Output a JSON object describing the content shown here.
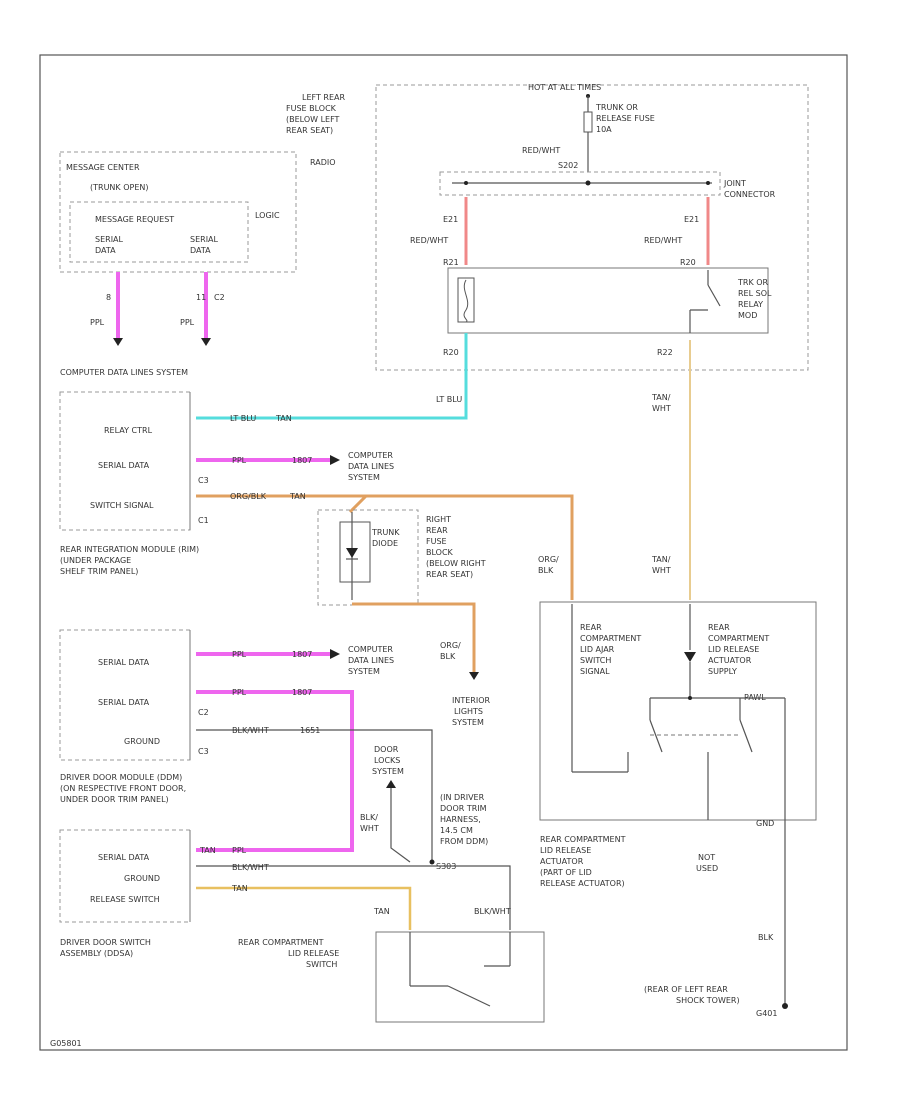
{
  "hot_at_all_times": "HOT AT ALL TIMES",
  "fuse_block_left": [
    "LEFT REAR",
    "FUSE BLOCK",
    "(BELOW LEFT",
    "REAR SEAT)"
  ],
  "radio": "RADIO",
  "trunk_fuse": [
    "TRUNK OR",
    "RELEASE FUSE",
    "10A"
  ],
  "red_wht": "RED/WHT",
  "s202": "S202",
  "joint_connector": [
    "JOINT",
    "CONNECTOR"
  ],
  "c1_left": "E21",
  "c1_right": "E21",
  "relay_pin_left": "R21",
  "relay_pin_right": "R20",
  "relay_label": [
    "TRK OR",
    "REL SOL",
    "RELAY",
    "MOD"
  ],
  "relay_out_left": "R20",
  "relay_out_right": "R22",
  "message_center": "MESSAGE CENTER",
  "trunk_open": "(TRUNK OPEN)",
  "message_request": "MESSAGE REQUEST",
  "logic": "LOGIC",
  "serial_data_a": [
    "SERIAL",
    "DATA"
  ],
  "serial_data_b": [
    "SERIAL",
    "DATA"
  ],
  "pin_8": "8",
  "pin_11": "11",
  "c2": "C2",
  "ppl": "PPL",
  "computer_data_lines_system": "COMPUTER DATA LINES SYSTEM",
  "lt_blu": "LT BLU",
  "rim_pins": {
    "relay_ctrl": "RELAY CTRL",
    "serial_data": "SERIAL DATA",
    "switch_signal": "SWITCH SIGNAL",
    "c3": "C3",
    "c1": "C1"
  },
  "rim_wire_labels": [
    "LT BLU",
    "TAN",
    "PPL",
    "1807",
    "ORG/BLK",
    "TAN"
  ],
  "computer_data_lines_system_2": [
    "COMPUTER",
    "DATA LINES",
    "SYSTEM"
  ],
  "rim_label": [
    "REAR INTEGRATION MODULE (RIM)",
    "(UNDER PACKAGE",
    "SHELF TRIM PANEL)"
  ],
  "trunk_diode": [
    "TRUNK",
    "DIODE"
  ],
  "fuse_block_right": [
    "RIGHT",
    "REAR",
    "FUSE",
    "BLOCK",
    "(BELOW RIGHT",
    "REAR SEAT)"
  ],
  "org_blk": [
    "ORG/",
    "BLK"
  ],
  "org_blk_2": [
    "ORG/",
    "BLK"
  ],
  "interior_lights": [
    "INTERIOR",
    "LIGHTS",
    "SYSTEM"
  ],
  "tan_wht": [
    "TAN/",
    "WHT"
  ],
  "tan_wht_2": [
    "TAN/",
    "WHT"
  ],
  "actuator_left": [
    "REAR",
    "COMPARTMENT",
    "LID AJAR",
    "SWITCH",
    "SIGNAL"
  ],
  "actuator_right": [
    "REAR",
    "COMPARTMENT",
    "LID RELEASE",
    "ACTUATOR",
    "SUPPLY"
  ],
  "pawl": "PAWL",
  "gnd": "GND",
  "actuator_label": [
    "REAR COMPARTMENT",
    "LID RELEASE",
    "ACTUATOR",
    "(PART OF LID",
    "RELEASE ACTUATOR)"
  ],
  "not_used": [
    "NOT",
    "USED"
  ],
  "blk": "BLK",
  "g401": [
    "(REAR OF LEFT REAR",
    "SHOCK TOWER)",
    "G401"
  ],
  "ddm_pins": {
    "serial_data_1": "SERIAL DATA",
    "serial_data_2": "SERIAL DATA",
    "ground": "GROUND",
    "c2": "C2",
    "c3": "C3"
  },
  "ddm_wire_labels": [
    "PPL",
    "1807",
    "PPL",
    "1807",
    "BLK/WHT",
    "1651"
  ],
  "ddm_label": [
    "DRIVER DOOR MODULE (DDM)",
    "(ON RESPECTIVE FRONT DOOR,",
    "UNDER DOOR TRIM PANEL)"
  ],
  "door_locks": [
    "DOOR",
    "LOCKS",
    "SYSTEM"
  ],
  "blk_wht": [
    "BLK/",
    "WHT"
  ],
  "in_driver_door": [
    "(IN DRIVER",
    "DOOR TRIM",
    "HARNESS,",
    "14.5 CM",
    "FROM DDM)"
  ],
  "s303": "S303",
  "ddsa_pins": {
    "serial_data": "SERIAL DATA",
    "ground": "GROUND",
    "release_switch": "RELEASE SWITCH"
  },
  "ddsa_wire_labels": [
    "TAN",
    "PPL",
    "BLK/WHT",
    "TAN"
  ],
  "ddsa_label": [
    "DRIVER DOOR SWITCH",
    "ASSEMBLY (DDSA)"
  ],
  "rear_switch_label": [
    "REAR COMPARTMENT",
    "LID RELEASE",
    "SWITCH"
  ],
  "tan": "TAN",
  "blk_wht_2": "BLK/WHT",
  "footer_code": "G05801"
}
